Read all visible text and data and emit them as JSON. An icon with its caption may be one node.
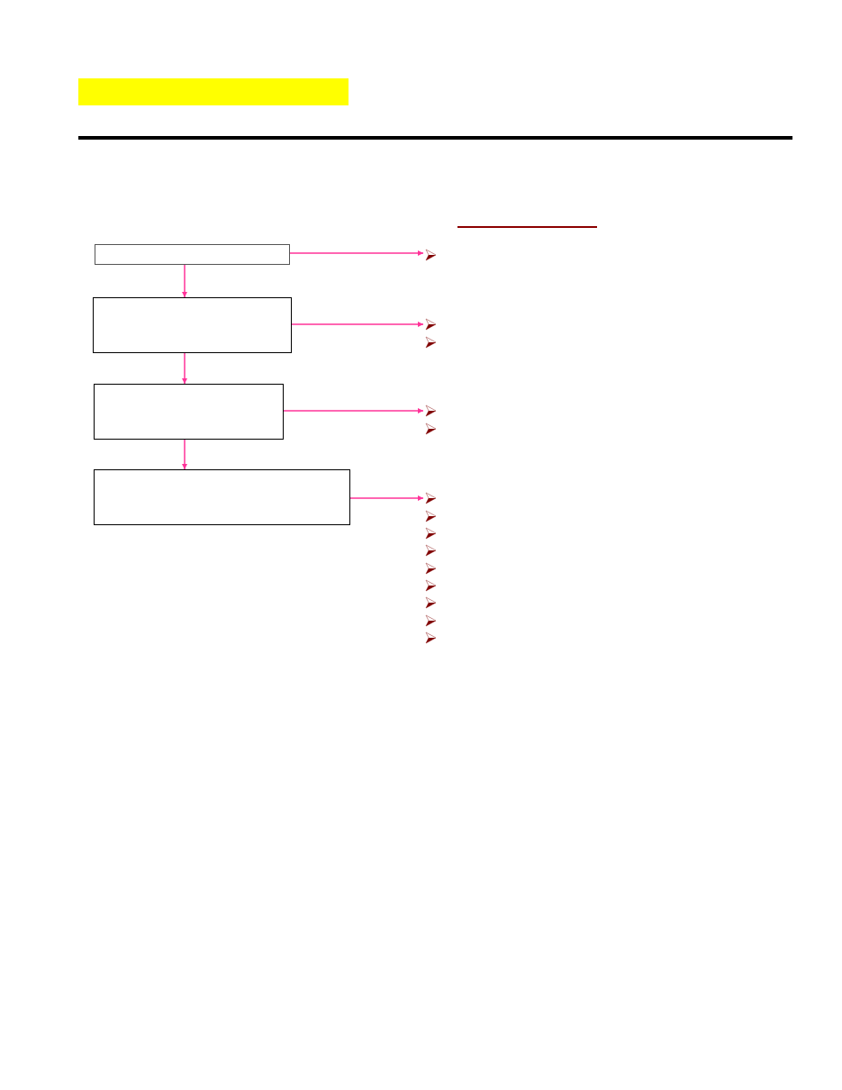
{
  "diagram": {
    "nodes": [
      {
        "text": [],
        "shape": "box"
      },
      {
        "text": [],
        "shape": "box"
      },
      {
        "text": [],
        "shape": "box"
      },
      {
        "text": [],
        "shape": "box"
      }
    ],
    "edges": [
      {
        "from": 0,
        "to": 1,
        "arrow": "to"
      },
      {
        "from": 1,
        "to": 2,
        "arrow": "to"
      },
      {
        "from": 2,
        "to": 3,
        "arrow": "to"
      },
      {
        "from": 0,
        "to": null,
        "arrow": "to"
      },
      {
        "from": 1,
        "to": null,
        "arrow": "to"
      },
      {
        "from": 2,
        "to": null,
        "arrow": "to"
      },
      {
        "from": 3,
        "to": null,
        "arrow": "to"
      }
    ]
  }
}
